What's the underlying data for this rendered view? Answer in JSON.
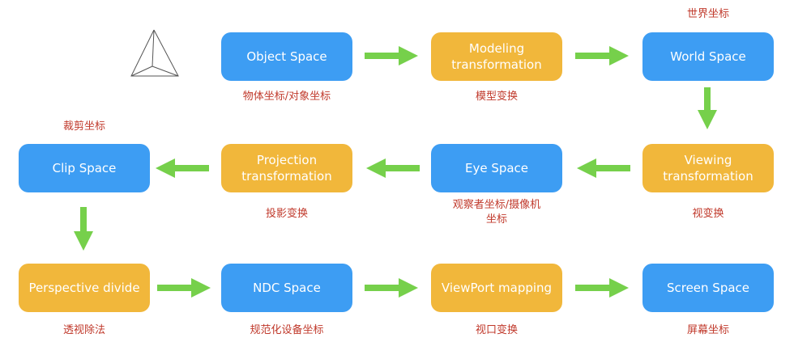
{
  "colors": {
    "space_node": "#3d9df3",
    "transform_node": "#f1b73b",
    "arrow": "#76d04b",
    "caption_text": "#c0392b"
  },
  "icons": {
    "pyramid": "tetrahedron-wireframe-icon"
  },
  "nodes": {
    "object_space": "Object Space",
    "modeling_transformation": "Modeling\ntransformation",
    "world_space": "World Space",
    "viewing_transformation": "Viewing\ntransformation",
    "eye_space": "Eye Space",
    "projection_transformation": "Projection\ntransformation",
    "clip_space": "Clip Space",
    "perspective_divide": "Perspective divide",
    "ndc_space": "NDC Space",
    "viewport_mapping": "ViewPort mapping",
    "screen_space": "Screen Space"
  },
  "captions": {
    "object_space": "物体坐标/对象坐标",
    "modeling_transformation": "模型变换",
    "world_space": "世界坐标",
    "viewing_transformation": "视变换",
    "eye_space": "观察者坐标/摄像机\n坐标",
    "projection_transformation": "投影变换",
    "clip_space": "裁剪坐标",
    "perspective_divide": "透视除法",
    "ndc_space": "规范化设备坐标",
    "viewport_mapping": "视口变换",
    "screen_space": "屏幕坐标"
  }
}
